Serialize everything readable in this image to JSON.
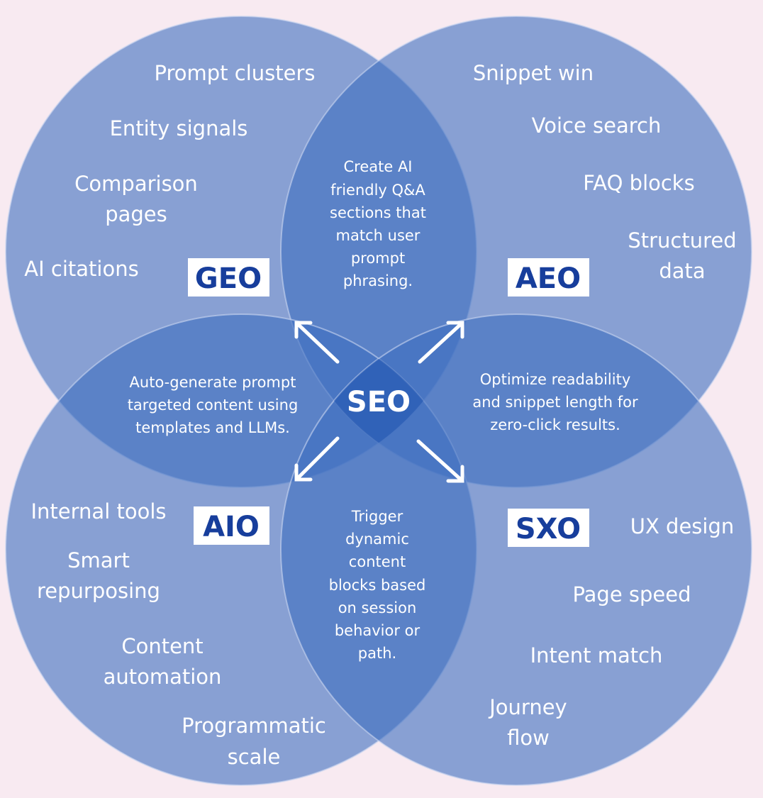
{
  "center": {
    "label": "SEO"
  },
  "colors": {
    "background": "#f8eaf1",
    "circle": "#3d6ec0",
    "tag_text": "#173e9c",
    "text": "#ffffff"
  },
  "circles": {
    "geo": {
      "tag": "GEO",
      "items": [
        "Prompt clusters",
        "Entity signals",
        "Comparison",
        "pages",
        "AI citations"
      ]
    },
    "aeo": {
      "tag": "AEO",
      "items": [
        "Snippet win",
        "Voice search",
        "FAQ blocks",
        "Structured",
        "data"
      ]
    },
    "aio": {
      "tag": "AIO",
      "items": [
        "Internal tools",
        "Smart",
        "repurposing",
        "Content",
        "automation",
        "Programmatic",
        "scale"
      ]
    },
    "sxo": {
      "tag": "SXO",
      "items": [
        "UX design",
        "Page speed",
        "Intent match",
        "Journey",
        "flow"
      ]
    }
  },
  "overlaps": {
    "geo_aeo": [
      "Create AI",
      "friendly Q&A",
      "sections that",
      "match user",
      "prompt",
      "phrasing."
    ],
    "geo_aio": [
      "Auto-generate prompt",
      "targeted content using",
      "templates and LLMs."
    ],
    "aeo_sxo": [
      "Optimize readability",
      "and snippet length for",
      "zero-click results."
    ],
    "aio_sxo": [
      "Trigger",
      "dynamic",
      "content",
      "blocks based",
      "on session",
      "behavior or",
      "path."
    ]
  }
}
